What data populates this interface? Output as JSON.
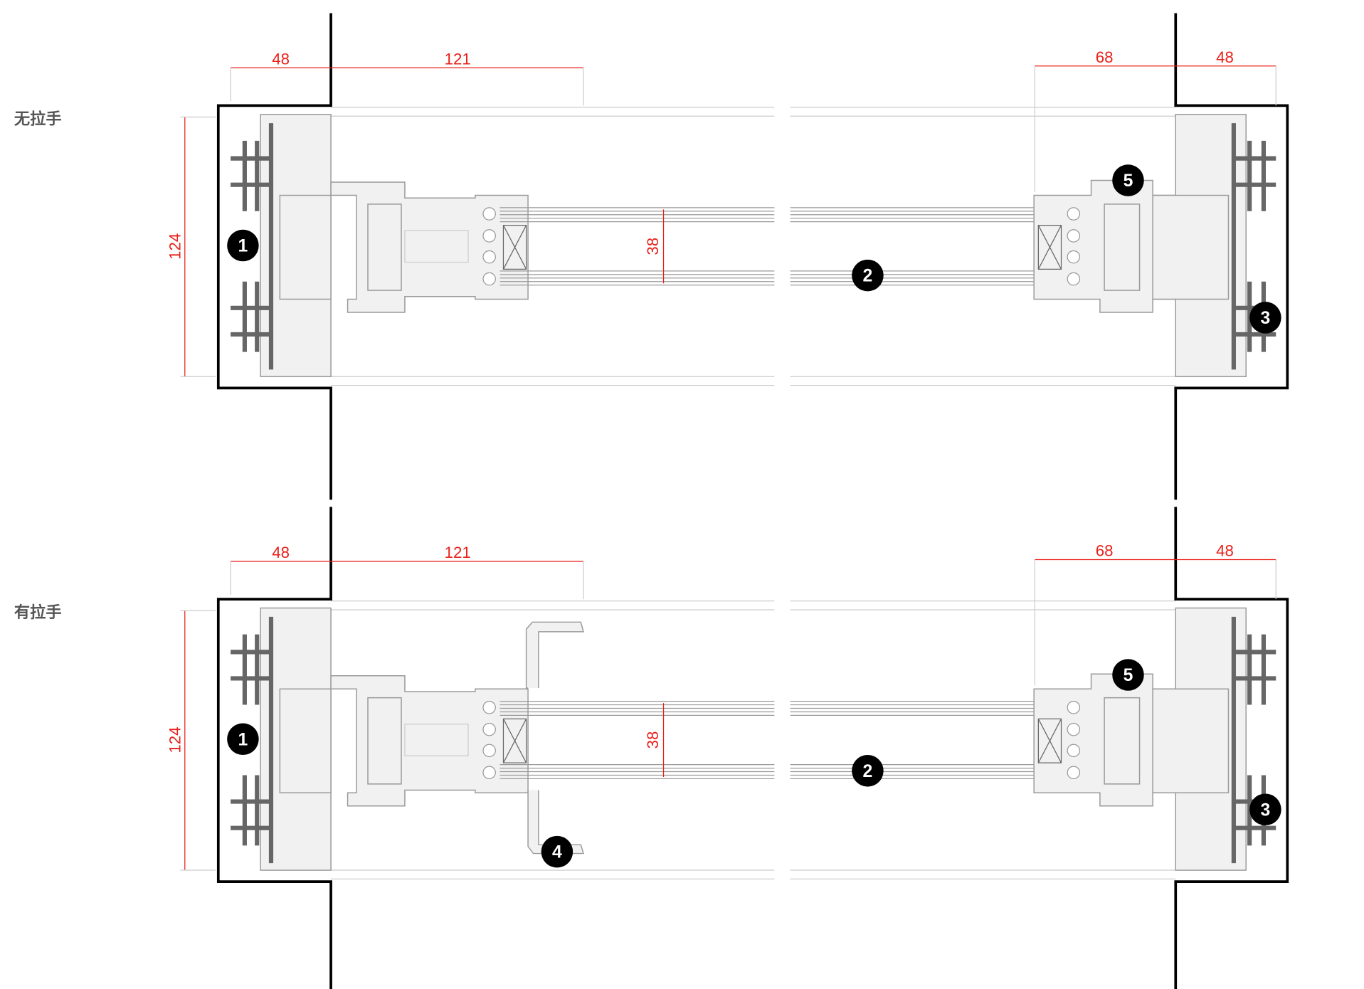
{
  "panels": [
    {
      "label": "无拉手",
      "dims": {
        "left_frame": "48",
        "left_sash": "121",
        "right_sash": "68",
        "right_frame": "48",
        "height": "124",
        "glass": "38"
      },
      "callouts": [
        "1",
        "2",
        "3",
        "5"
      ]
    },
    {
      "label": "有拉手",
      "dims": {
        "left_frame": "48",
        "left_sash": "121",
        "right_sash": "68",
        "right_frame": "48",
        "height": "124",
        "glass": "38"
      },
      "callouts": [
        "1",
        "2",
        "3",
        "5",
        "4"
      ]
    }
  ],
  "colors": {
    "dimension": "#e8201a",
    "wall": "#000000",
    "profile": "#9a9a9a"
  }
}
